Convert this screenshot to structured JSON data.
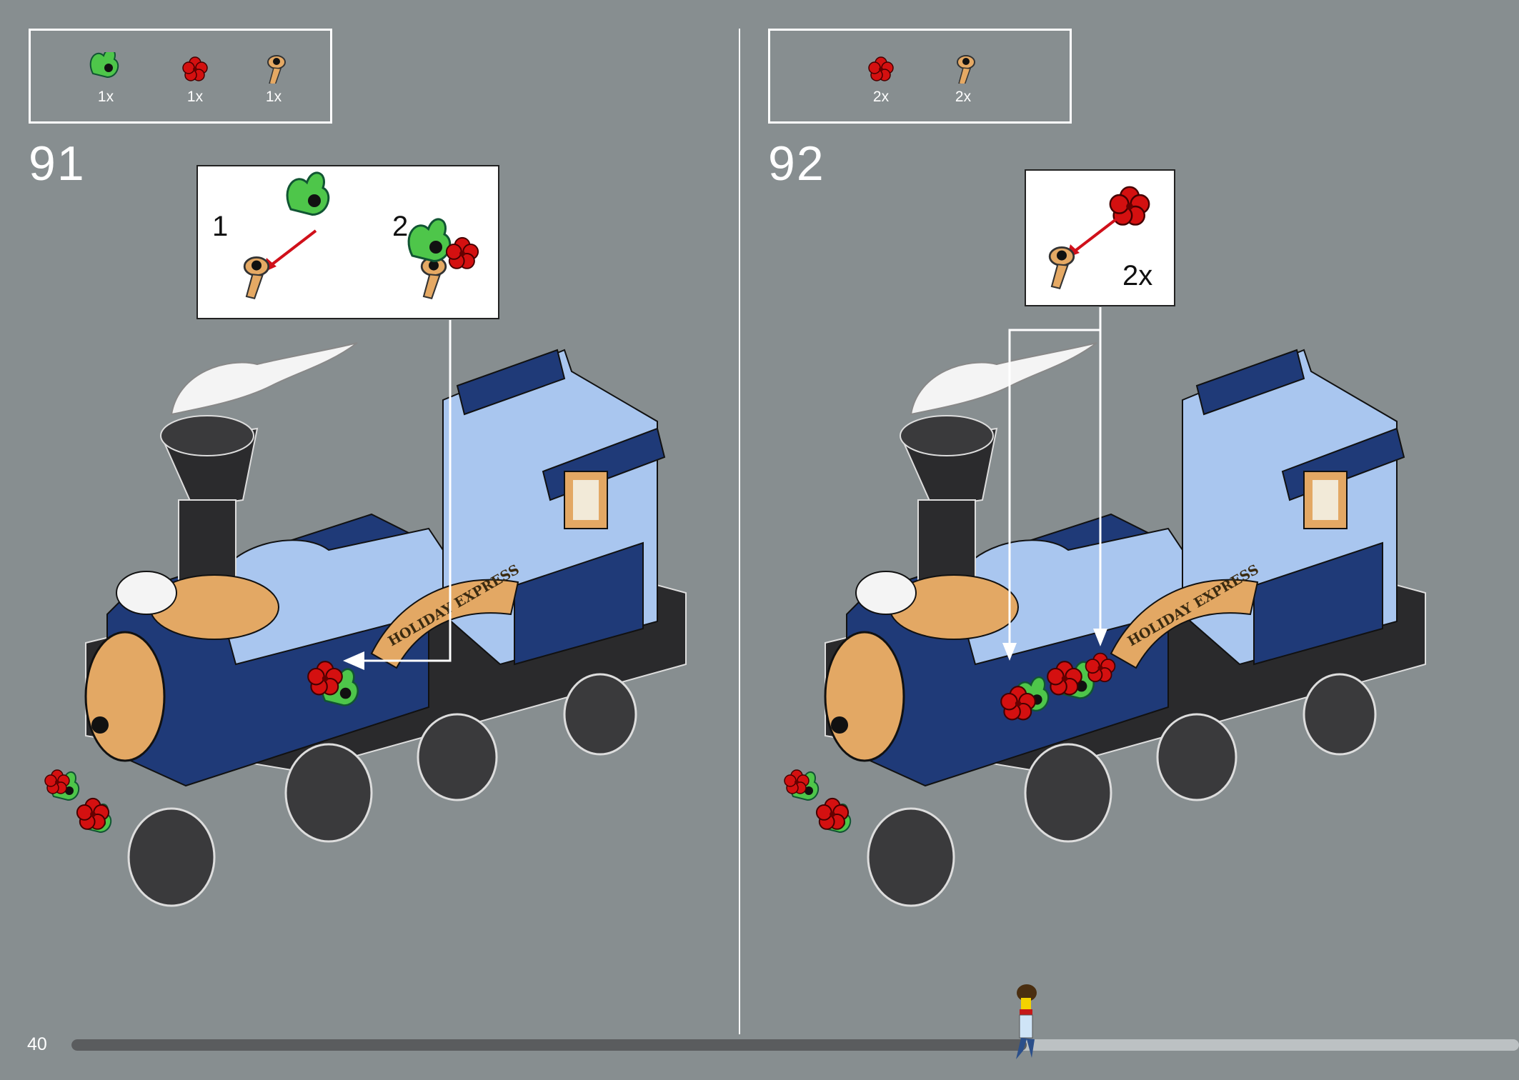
{
  "page_number": "40",
  "progress_fraction": 0.66,
  "colors": {
    "background": "#878e90",
    "bar_done": "#5a5c5e",
    "bar_remaining": "#bcc1c3",
    "accent_arrow": "#d0101a"
  },
  "steps": [
    {
      "number": "91",
      "parts": [
        {
          "icon": "green-leaves-piece-icon",
          "qty": "1x"
        },
        {
          "icon": "red-flower-piece-icon",
          "qty": "1x"
        },
        {
          "icon": "tan-clip-piece-icon",
          "qty": "1x"
        }
      ],
      "callout": {
        "substeps": [
          "1",
          "2"
        ]
      }
    },
    {
      "number": "92",
      "parts": [
        {
          "icon": "red-flower-piece-icon",
          "qty": "2x"
        },
        {
          "icon": "tan-clip-piece-icon",
          "qty": "2x"
        }
      ],
      "callout": {
        "multiplier": "2x"
      },
      "train_label": "HOLIDAY EXPRESS"
    }
  ],
  "train_label": "HOLIDAY EXPRESS"
}
